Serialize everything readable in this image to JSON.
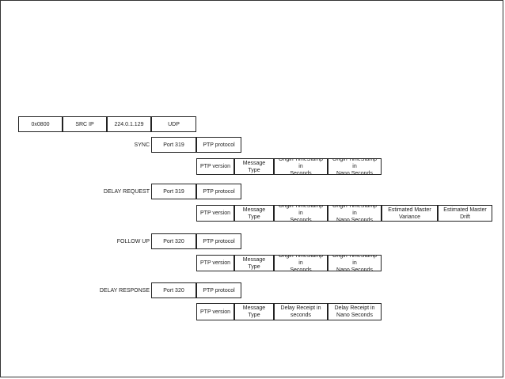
{
  "header_row": [
    "0x0800",
    "SRC IP",
    "224.0.1.129",
    "UDP"
  ],
  "messages": [
    {
      "label": "SYNC",
      "port": "Port 319",
      "protocol": "PTP protocol",
      "fields": [
        "PTP version",
        "Message\nType",
        "Origin TimeStamp in\nSeconds",
        "Origin TimeStamp in\nNano Seconds"
      ]
    },
    {
      "label": "DELAY REQUEST",
      "port": "Port 319",
      "protocol": "PTP protocol",
      "fields": [
        "PTP version",
        "Message\nType",
        "Origin TimeStamp in\nSeconds",
        "Origin TimeStamp in\nNano Seconds",
        "Estimated Master\nVariance",
        "Estimated Master\nDrift"
      ]
    },
    {
      "label": "FOLLOW UP",
      "port": "Port 320",
      "protocol": "PTP protocol",
      "fields": [
        "PTP version",
        "Message\nType",
        "Origin TimeStamp in\nSeconds",
        "Origin TimeStamp in\nNano Seconds"
      ]
    },
    {
      "label": "DELAY RESPONSE",
      "port": "Port 320",
      "protocol": "PTP protocol",
      "fields": [
        "PTP version",
        "Message\nType",
        "Delay Receipt in\nseconds",
        "Delay Receipt in\nNano Seconds"
      ]
    }
  ]
}
